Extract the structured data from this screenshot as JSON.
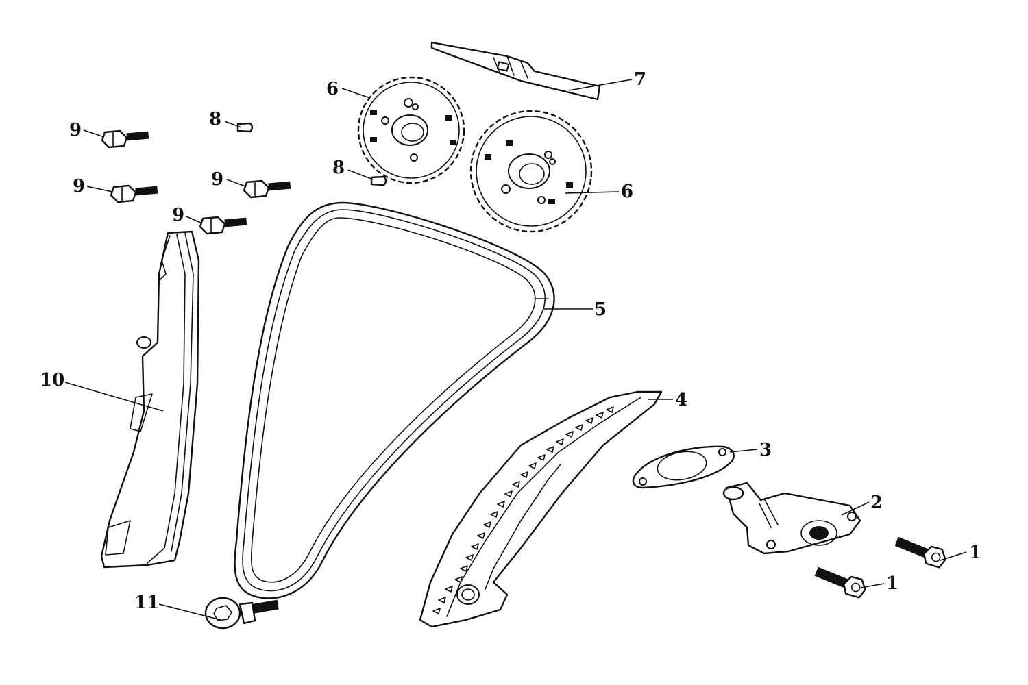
{
  "callouts": [
    {
      "id": "c1a",
      "text": "1"
    },
    {
      "id": "c1b",
      "text": "1"
    },
    {
      "id": "c2",
      "text": "2"
    },
    {
      "id": "c3",
      "text": "3"
    },
    {
      "id": "c4",
      "text": "4"
    },
    {
      "id": "c5",
      "text": "5"
    },
    {
      "id": "c6a",
      "text": "6"
    },
    {
      "id": "c6b",
      "text": "6"
    },
    {
      "id": "c7",
      "text": "7"
    },
    {
      "id": "c8a",
      "text": "8"
    },
    {
      "id": "c8b",
      "text": "8"
    },
    {
      "id": "c9a",
      "text": "9"
    },
    {
      "id": "c9b",
      "text": "9"
    },
    {
      "id": "c9c",
      "text": "9"
    },
    {
      "id": "c9d",
      "text": "9"
    },
    {
      "id": "c10",
      "text": "10"
    },
    {
      "id": "c11",
      "text": "11"
    }
  ]
}
